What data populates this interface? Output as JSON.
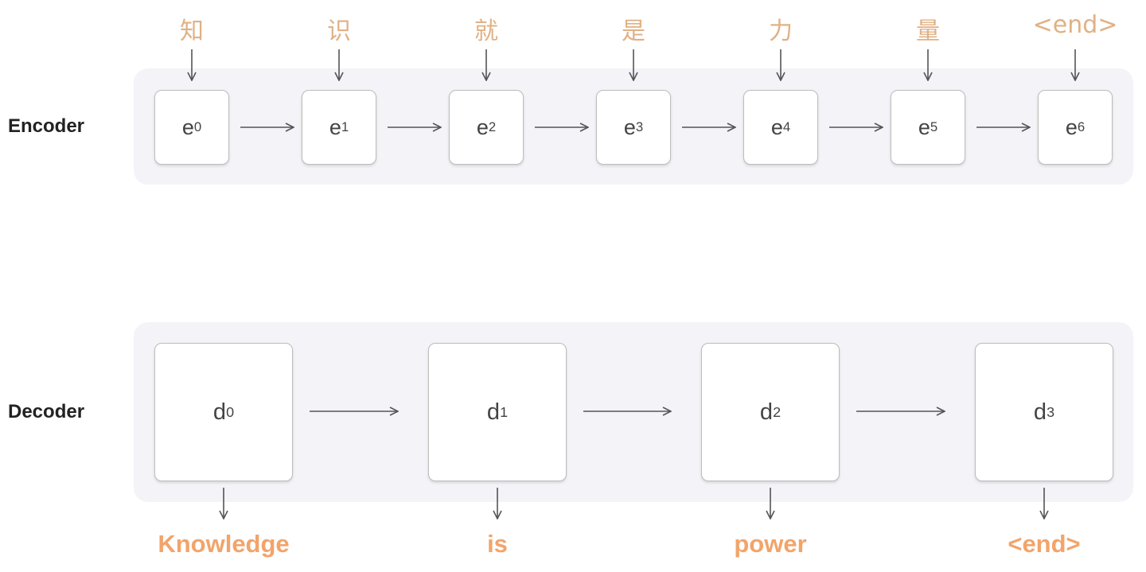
{
  "encoder": {
    "label": "Encoder",
    "tokens": [
      "知",
      "识",
      "就",
      "是",
      "力",
      "量",
      "<end>"
    ],
    "nodes": [
      {
        "symbol": "e",
        "index": "0"
      },
      {
        "symbol": "e",
        "index": "1"
      },
      {
        "symbol": "e",
        "index": "2"
      },
      {
        "symbol": "e",
        "index": "3"
      },
      {
        "symbol": "e",
        "index": "4"
      },
      {
        "symbol": "e",
        "index": "5"
      },
      {
        "symbol": "e",
        "index": "6"
      }
    ]
  },
  "decoder": {
    "label": "Decoder",
    "outputs": [
      "Knowledge",
      "is",
      "power",
      "<end>"
    ],
    "nodes": [
      {
        "symbol": "d",
        "index": "0"
      },
      {
        "symbol": "d",
        "index": "1"
      },
      {
        "symbol": "d",
        "index": "2"
      },
      {
        "symbol": "d",
        "index": "3"
      }
    ]
  },
  "colors": {
    "input_token": "#e0b185",
    "output_token": "#f2a46a",
    "panel": "#f3f3f8",
    "arrow": "#555555"
  }
}
